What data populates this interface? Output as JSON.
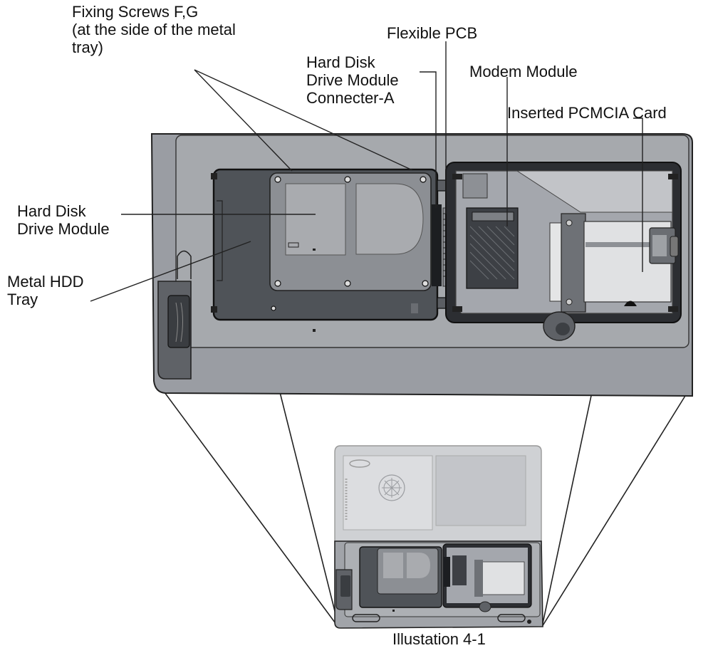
{
  "labels": {
    "fixing_screws": [
      "Fixing Screws F,G",
      "(at the side of the metal",
      "tray)"
    ],
    "flexible_pcb": "Flexible PCB",
    "hdd_connector": [
      "Hard Disk",
      "Drive Module",
      "Connecter-A"
    ],
    "modem_module": "Modem Module",
    "pcmcia_card": "Inserted PCMCIA Card",
    "hdd_module": [
      "Hard Disk",
      "Drive Module"
    ],
    "metal_tray": [
      "Metal HDD",
      "Tray"
    ]
  },
  "caption": "Illustation 4-1",
  "colors": {
    "chassis": "#9a9da3",
    "chassis_dark": "#6f7278",
    "panel": "#b7b9bd",
    "hdd_tray": "#4f5358",
    "hdd_drive": "#8c8f94",
    "hdd_drive_light": "#a9abaf",
    "modem_bay": "#a4a7ad",
    "modem_chip": "#3d4045",
    "pcmcia": "#d4d6d8",
    "faded_laptop": "#c9cbce"
  }
}
